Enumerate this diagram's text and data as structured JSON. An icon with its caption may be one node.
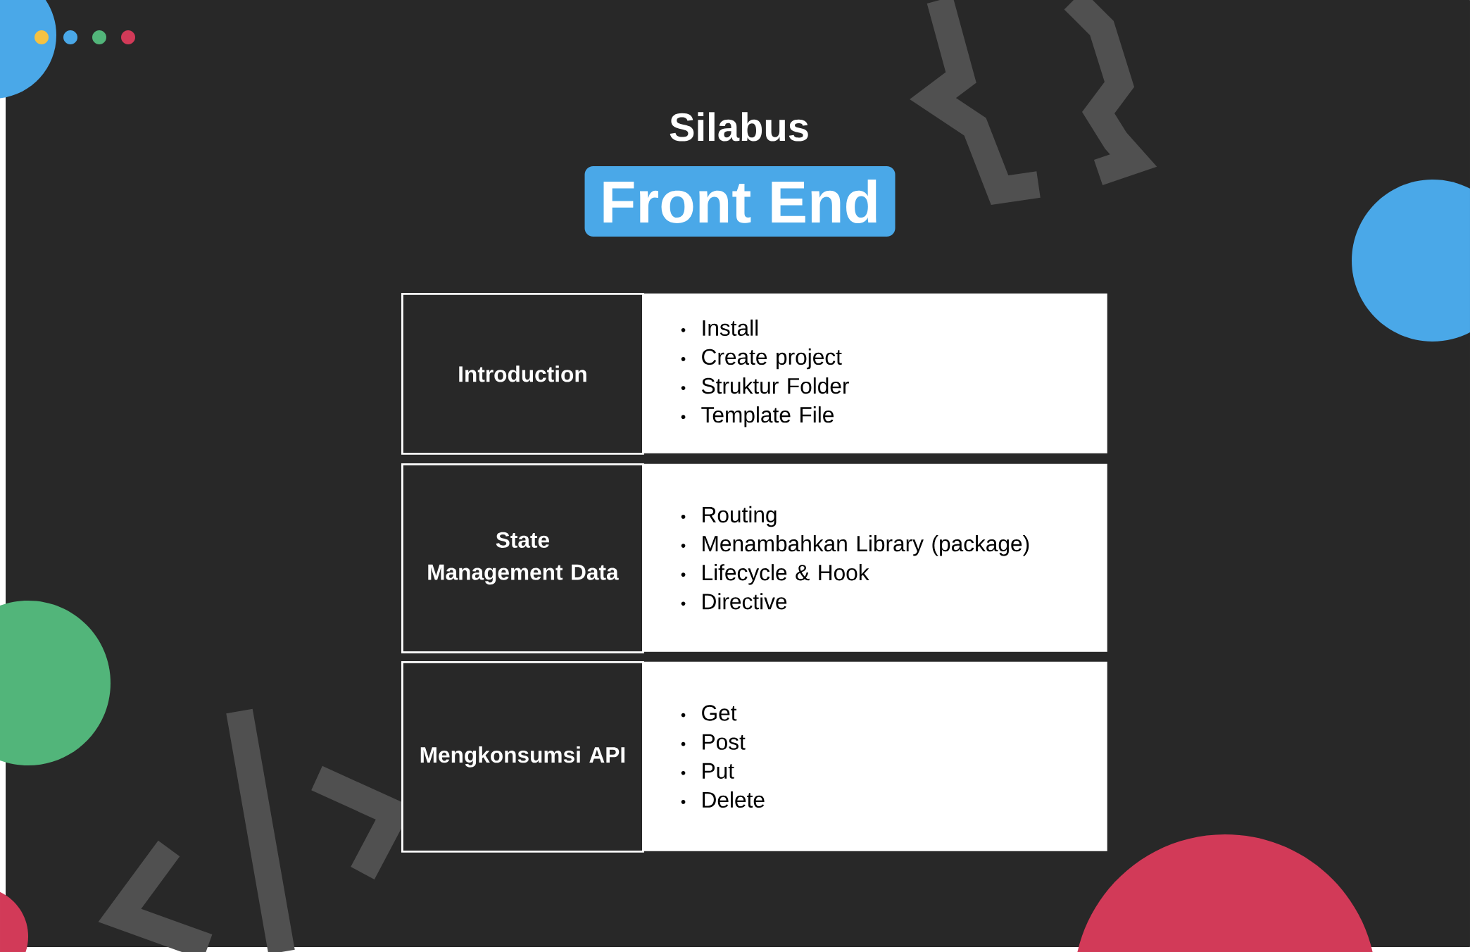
{
  "diagram": {
    "title": "Silabus",
    "nodes": [
      {
        "text": [
          "Front End"
        ]
      },
      {
        "text": [
          "Introduction"
        ]
      },
      {
        "text": [
          "Install",
          "Create project",
          "Struktur Folder",
          "Template File"
        ]
      },
      {
        "text": [
          "State Management Data"
        ]
      },
      {
        "text": [
          "Routing",
          "Menambahkan Library (package)",
          "Lifecycle & Hook",
          "Directive"
        ]
      },
      {
        "text": [
          "Mengkonsumsi API"
        ]
      },
      {
        "text": [
          "Get",
          "Post",
          "Put",
          "Delete"
        ]
      }
    ]
  }
}
